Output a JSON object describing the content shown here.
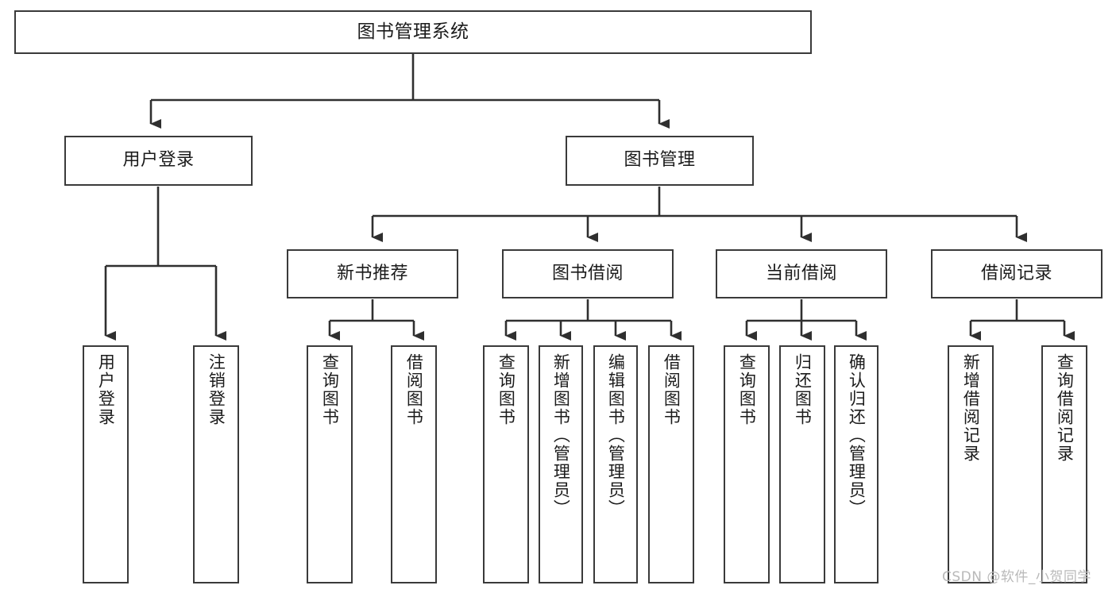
{
  "diagram": {
    "title": "图书管理系统",
    "type": "tree-hierarchy",
    "watermark": "CSDN @软件_小贺同学",
    "root": {
      "label": "图书管理系统"
    },
    "level1": [
      {
        "label": "用户登录"
      },
      {
        "label": "图书管理"
      }
    ],
    "level2": [
      {
        "label": "新书推荐"
      },
      {
        "label": "图书借阅"
      },
      {
        "label": "当前借阅"
      },
      {
        "label": "借阅记录"
      }
    ],
    "leaves": {
      "user_login": [
        {
          "label": "用户登录"
        },
        {
          "label": "注销登录"
        }
      ],
      "new_book_recommend": [
        {
          "label": "查询图书"
        },
        {
          "label": "借阅图书"
        }
      ],
      "book_borrow": [
        {
          "label": "查询图书"
        },
        {
          "label": "新增图书（管理员）"
        },
        {
          "label": "编辑图书（管理员）"
        },
        {
          "label": "借阅图书"
        }
      ],
      "current_borrow": [
        {
          "label": "查询图书"
        },
        {
          "label": "归还图书"
        },
        {
          "label": "确认归还（管理员）"
        }
      ],
      "borrow_records": [
        {
          "label": "新增借阅记录"
        },
        {
          "label": "查询借阅记录"
        }
      ]
    },
    "colors": {
      "border": "#3a3a3a",
      "connector": "#2f2f2f",
      "background": "#ffffff",
      "text": "#1b1b1b",
      "watermark": "#b9b9b9"
    }
  }
}
